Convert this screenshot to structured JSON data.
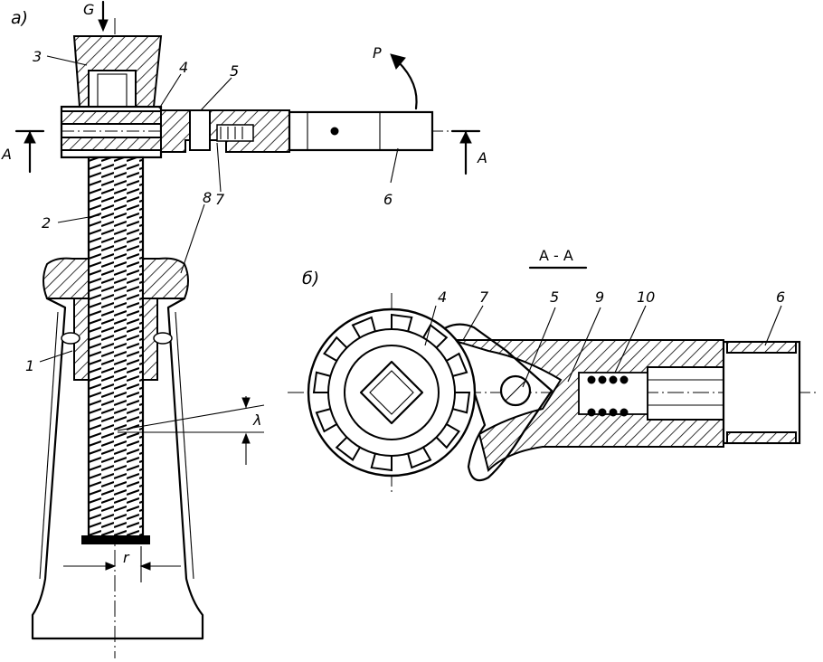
{
  "view_a": {
    "view_label": "а)",
    "load_label": "G",
    "force_label": "P",
    "lead_angle_label": "λ",
    "radius_label": "r",
    "section_marker_left": "A",
    "section_marker_right": "A",
    "callouts": [
      "3",
      "4",
      "5",
      "2",
      "7",
      "6",
      "8",
      "1"
    ]
  },
  "view_b": {
    "view_label": "б)",
    "section_title": "A - A",
    "callouts": [
      "4",
      "7",
      "5",
      "9",
      "10",
      "6"
    ]
  }
}
